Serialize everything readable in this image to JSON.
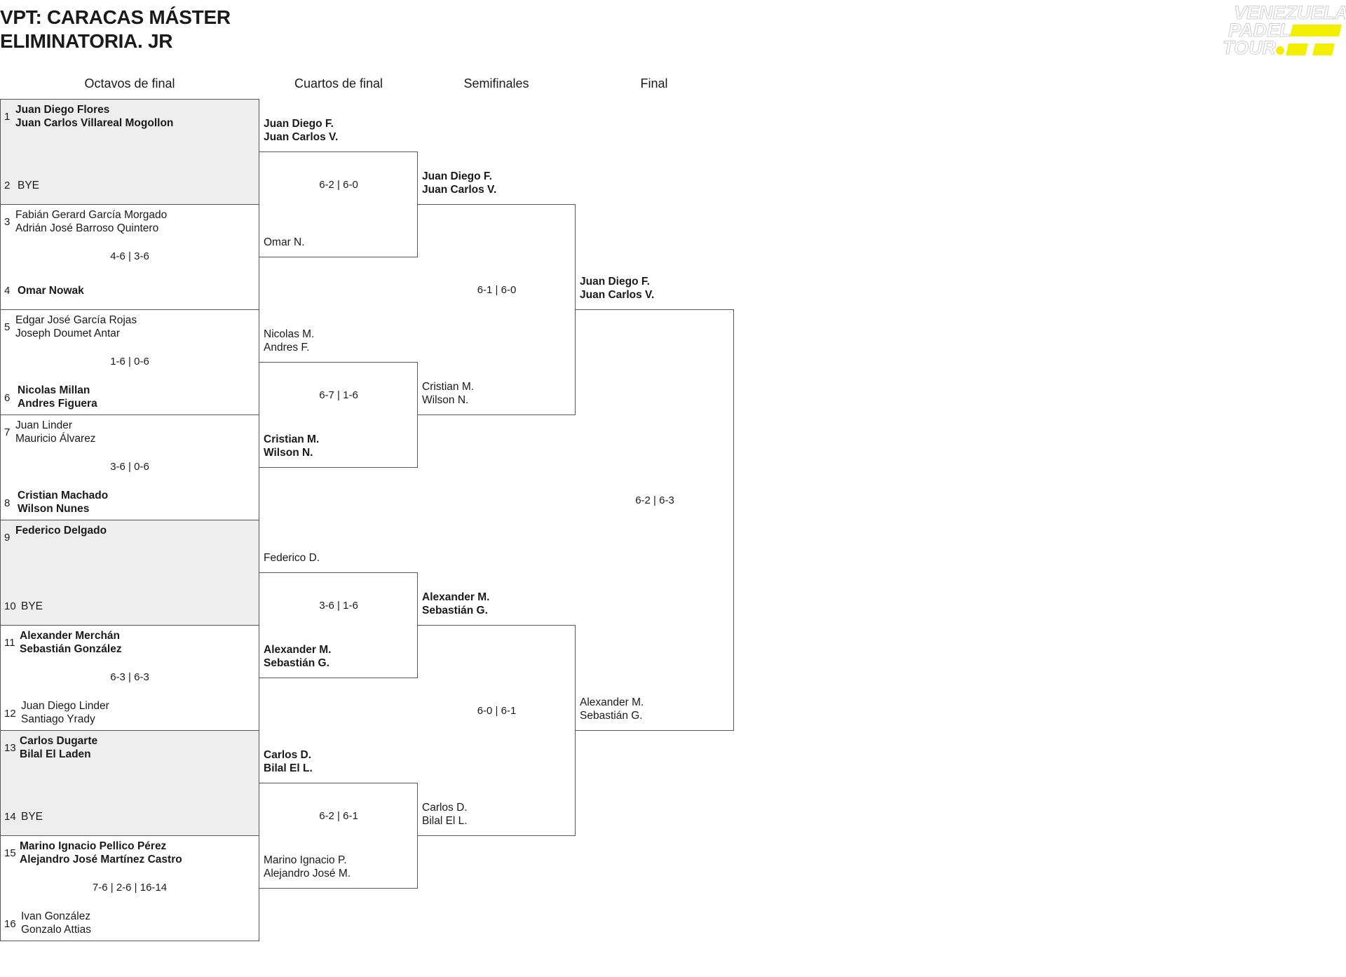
{
  "header": {
    "title_line1": "VPT: CARACAS MÁSTER",
    "title_line2": "ELIMINATORIA. JR",
    "logo_text": [
      "VENEZUELA",
      "PADEL",
      "TOUR"
    ]
  },
  "colors": {
    "logo_yellow": "#f4ee00",
    "logo_outline": "#d9d9d9",
    "box_border": "#555555",
    "bye_fill": "#eeeeee"
  },
  "rounds": [
    "Octavos de final",
    "Cuartos de final",
    "Semifinales",
    "Final"
  ],
  "r16": [
    {
      "seed_top": "1",
      "top": [
        "Juan Diego Flores",
        "Juan Carlos Villareal Mogollon"
      ],
      "top_winner": true,
      "score": "",
      "seed_bottom": "2",
      "bottom": [
        "BYE"
      ],
      "bottom_winner": false
    },
    {
      "seed_top": "3",
      "top": [
        "Fabián Gerard García Morgado",
        "Adrián José Barroso Quintero"
      ],
      "top_winner": false,
      "score": "4-6 | 3-6",
      "seed_bottom": "4",
      "bottom": [
        "Omar Nowak"
      ],
      "bottom_winner": true
    },
    {
      "seed_top": "5",
      "top": [
        "Edgar José García Rojas",
        "Joseph Doumet Antar"
      ],
      "top_winner": false,
      "score": "1-6 | 0-6",
      "seed_bottom": "6",
      "bottom": [
        "Nicolas Millan",
        "Andres Figuera"
      ],
      "bottom_winner": true
    },
    {
      "seed_top": "7",
      "top": [
        "Juan Linder",
        "Mauricio Álvarez"
      ],
      "top_winner": false,
      "score": "3-6 | 0-6",
      "seed_bottom": "8",
      "bottom": [
        "Cristian Machado",
        "Wilson Nunes"
      ],
      "bottom_winner": true
    },
    {
      "seed_top": "9",
      "top": [
        "Federico Delgado"
      ],
      "top_winner": true,
      "score": "",
      "seed_bottom": "10",
      "bottom": [
        "BYE"
      ],
      "bottom_winner": false
    },
    {
      "seed_top": "11",
      "top": [
        "Alexander Merchán",
        "Sebastián González"
      ],
      "top_winner": true,
      "score": "6-3 | 6-3",
      "seed_bottom": "12",
      "bottom": [
        "Juan Diego Linder",
        "Santiago Yrady"
      ],
      "bottom_winner": false
    },
    {
      "seed_top": "13",
      "top": [
        "Carlos Dugarte",
        "Bilal El Laden"
      ],
      "top_winner": true,
      "score": "",
      "seed_bottom": "14",
      "bottom": [
        "BYE"
      ],
      "bottom_winner": false
    },
    {
      "seed_top": "15",
      "top": [
        "Marino Ignacio Pellico Pérez",
        "Alejandro José Martínez Castro"
      ],
      "top_winner": true,
      "score": "7-6 | 2-6 | 16-14",
      "seed_bottom": "16",
      "bottom": [
        "Ivan González",
        "Gonzalo Attias"
      ],
      "bottom_winner": false
    }
  ],
  "qf": [
    {
      "top": [
        "Juan Diego F.",
        "Juan Carlos V."
      ],
      "top_winner": true,
      "score": "6-2 | 6-0",
      "bottom": [
        "Omar N."
      ],
      "bottom_winner": false
    },
    {
      "top": [
        "Nicolas M.",
        "Andres F."
      ],
      "top_winner": false,
      "score": "6-7 | 1-6",
      "bottom": [
        "Cristian M.",
        "Wilson N."
      ],
      "bottom_winner": true
    },
    {
      "top": [
        "Federico D."
      ],
      "top_winner": false,
      "score": "3-6 | 1-6",
      "bottom": [
        "Alexander M.",
        "Sebastián G."
      ],
      "bottom_winner": true
    },
    {
      "top": [
        "Carlos D.",
        "Bilal El L."
      ],
      "top_winner": true,
      "score": "6-2 | 6-1",
      "bottom": [
        "Marino Ignacio P.",
        "Alejandro José M."
      ],
      "bottom_winner": false
    }
  ],
  "sf": [
    {
      "top": [
        "Juan Diego F.",
        "Juan Carlos V."
      ],
      "top_winner": true,
      "score": "6-1 | 6-0",
      "bottom": [
        "Cristian M.",
        "Wilson N."
      ],
      "bottom_winner": false
    },
    {
      "top": [
        "Alexander M.",
        "Sebastián G."
      ],
      "top_winner": true,
      "score": "6-0 | 6-1",
      "bottom": [
        "Carlos D.",
        "Bilal El L."
      ],
      "bottom_winner": false
    }
  ],
  "final": [
    {
      "top": [
        "Juan Diego F.",
        "Juan Carlos V."
      ],
      "top_winner": true,
      "score": "6-2 | 6-3",
      "bottom": [
        "Alexander M.",
        "Sebastián G."
      ],
      "bottom_winner": false
    }
  ]
}
